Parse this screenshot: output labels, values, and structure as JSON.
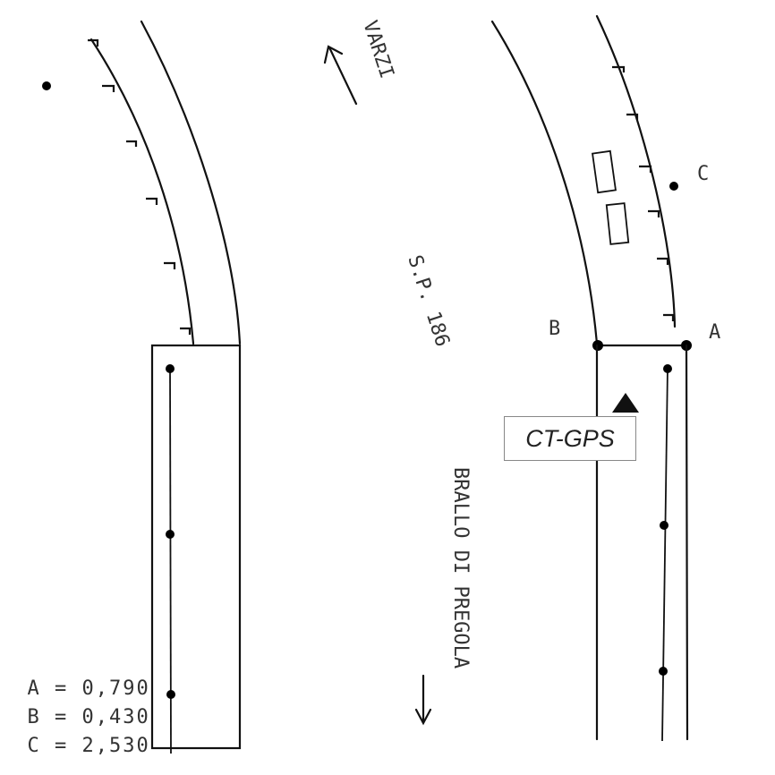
{
  "labels": {
    "toward_north": "VARZI",
    "road_name": "S.P. 186",
    "toward_south": "BRALLO DI PREGOLA",
    "point_a": "A",
    "point_b": "B",
    "point_c": "C",
    "station": "CT-GPS"
  },
  "measurements": [
    {
      "point": "A",
      "value": "0,790"
    },
    {
      "point": "B",
      "value": "0,430"
    },
    {
      "point": "C",
      "value": "2,530"
    }
  ],
  "colors": {
    "ink": "#111111",
    "text": "#333333",
    "background": "#ffffff"
  }
}
